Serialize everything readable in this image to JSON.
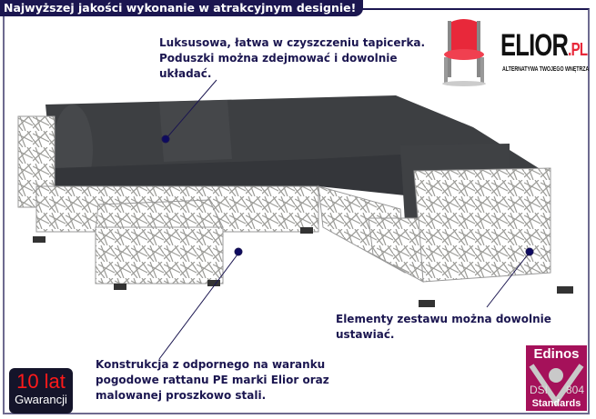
{
  "header": {
    "title": "Najwyższej jakości wykonanie w atrakcyjnym designie!"
  },
  "notes": {
    "upholstery": "Luksusowa, łatwa w czyszczeniu tapicerka. Poduszki można zdejmować i dowolnie układać.",
    "arrangement": "Elementy zestawu można dowolnie ustawiać.",
    "construction": "Konstrukcja z odpornego na waranku pogodowe rattanu PE marki Elior oraz malowanej proszkowo stali."
  },
  "logo": {
    "name": "ELIOR",
    "suffix": ".PL",
    "tagline": "ALTERNATYWA TWOJEGO WNĘTRZA"
  },
  "warranty": {
    "years": "10 lat",
    "label": "Gwarancji"
  },
  "certification": {
    "brand": "Edinos",
    "left": "DSI",
    "number": "804",
    "label": "Standards"
  },
  "colors": {
    "navy": "#1b1650",
    "cushion": "#3a3c3f",
    "rattan": "#a8a8a4",
    "badge": "#a5115a",
    "red": "#e8283a"
  }
}
